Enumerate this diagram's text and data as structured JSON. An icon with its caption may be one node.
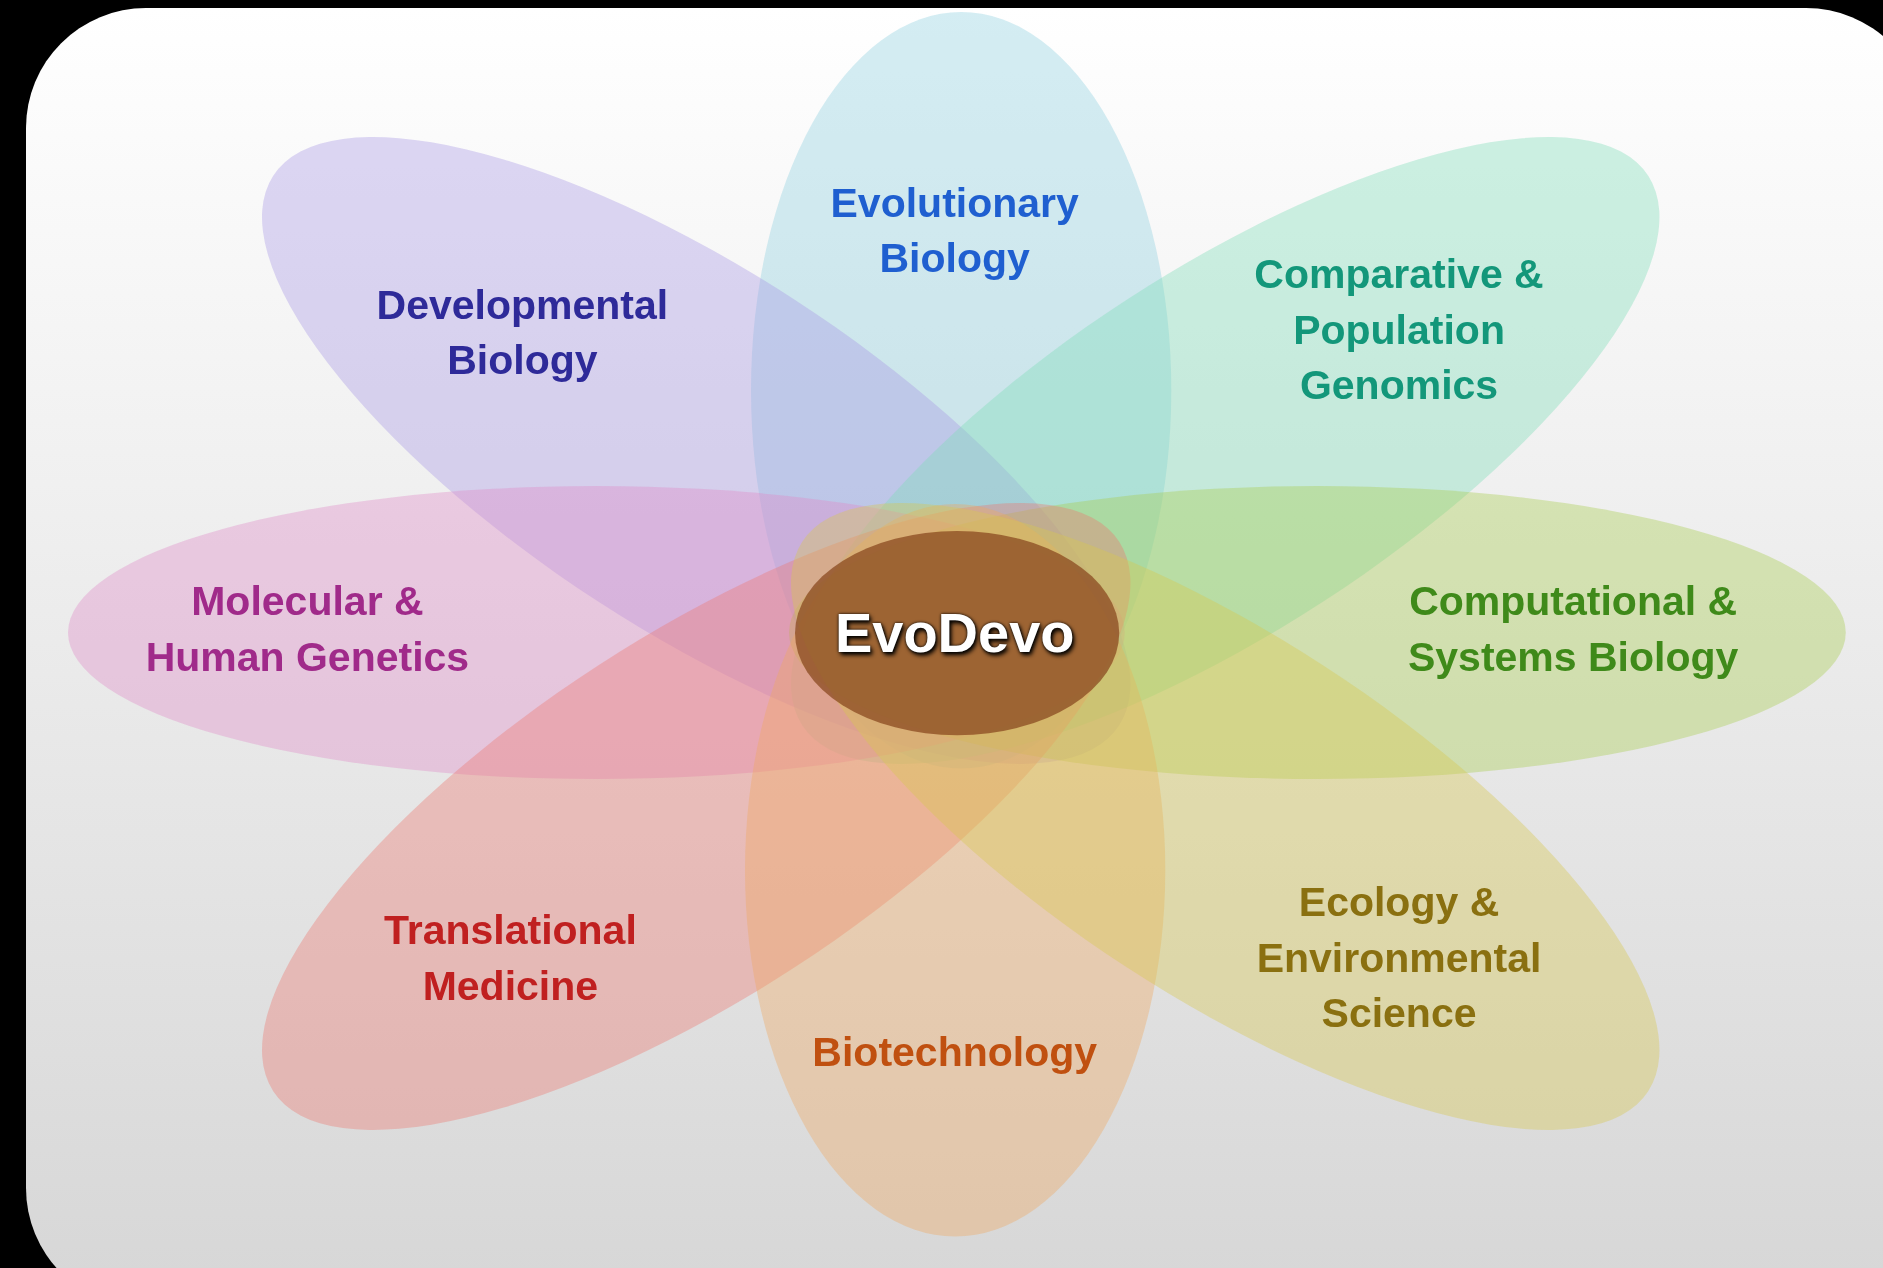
{
  "diagram": {
    "nodes": [
      {
        "text": [
          "Evolutionary Biology"
        ]
      },
      {
        "text": [
          "Developmental Biology"
        ]
      },
      {
        "text": [
          "Comparative & Population Genomics"
        ]
      },
      {
        "text": [
          "Molecular & Human Genetics"
        ]
      },
      {
        "text": [
          "EvoDevo"
        ]
      },
      {
        "text": [
          "Computational & Systems Biology"
        ]
      },
      {
        "text": [
          "Translational Medicine"
        ]
      },
      {
        "text": [
          "Biotechnology"
        ]
      },
      {
        "text": [
          "Ecology & Environmental Science"
        ]
      }
    ]
  }
}
